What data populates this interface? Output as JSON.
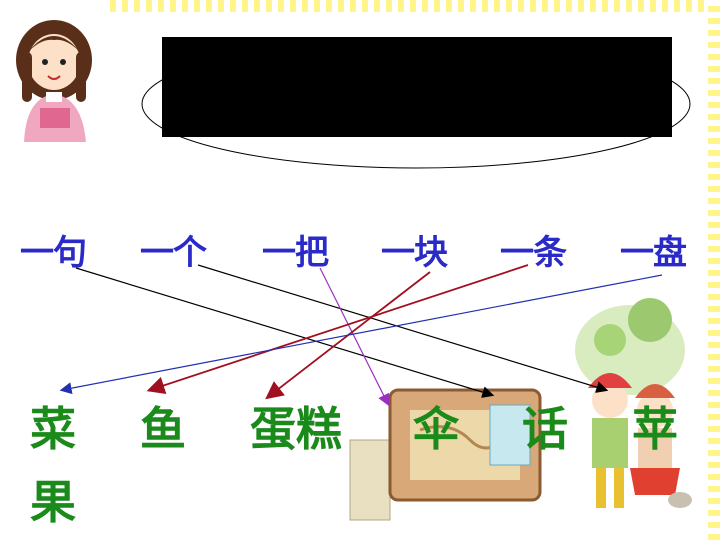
{
  "measure_words": [
    "一句",
    "一个",
    "一把",
    "一块",
    "一条",
    "一盘"
  ],
  "nouns": [
    "菜",
    "果",
    "鱼",
    "蛋糕",
    "伞",
    "话",
    "苹"
  ],
  "colors": {
    "measure": "#2a2ac8",
    "noun": "#1a8a1a",
    "line_black": "#000000",
    "line_red": "#a01020",
    "line_purple": "#9a30c0",
    "line_blue": "#2030b0"
  },
  "icons": [
    "girl-reading-icon",
    "treasure-map-scene-icon",
    "children-explorers-icon"
  ]
}
